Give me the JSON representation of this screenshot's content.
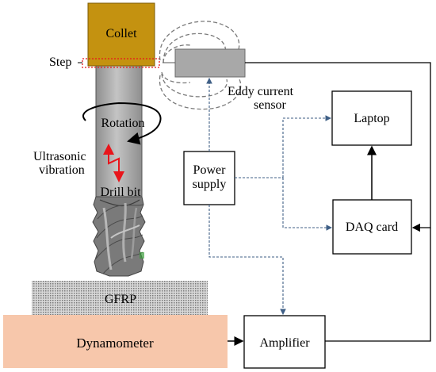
{
  "labels": {
    "collet": "Collet",
    "step": "Step",
    "eddy_line1": "Eddy current",
    "eddy_line2": "sensor",
    "rotation": "Rotation",
    "ultrasonic_line1": "Ultrasonic",
    "ultrasonic_line2": "vibration",
    "drill_bit": "Drill bit",
    "power_line1": "Power",
    "power_line2": "supply",
    "laptop": "Laptop",
    "daq": "DAQ card",
    "gfrp": "GFRP",
    "dynamometer": "Dynamometer",
    "amplifier": "Amplifier"
  },
  "colors": {
    "collet": "#c49210",
    "dynamometer": "#f7c7ab",
    "sensor": "#a8a8a8",
    "signal_dashed": "#3f5f86",
    "vibration_arrow": "#e8151b",
    "step_marker": "#e8151b",
    "tool_shank": "#a9a9a9",
    "drill_flutes": "#6f6f6f"
  }
}
